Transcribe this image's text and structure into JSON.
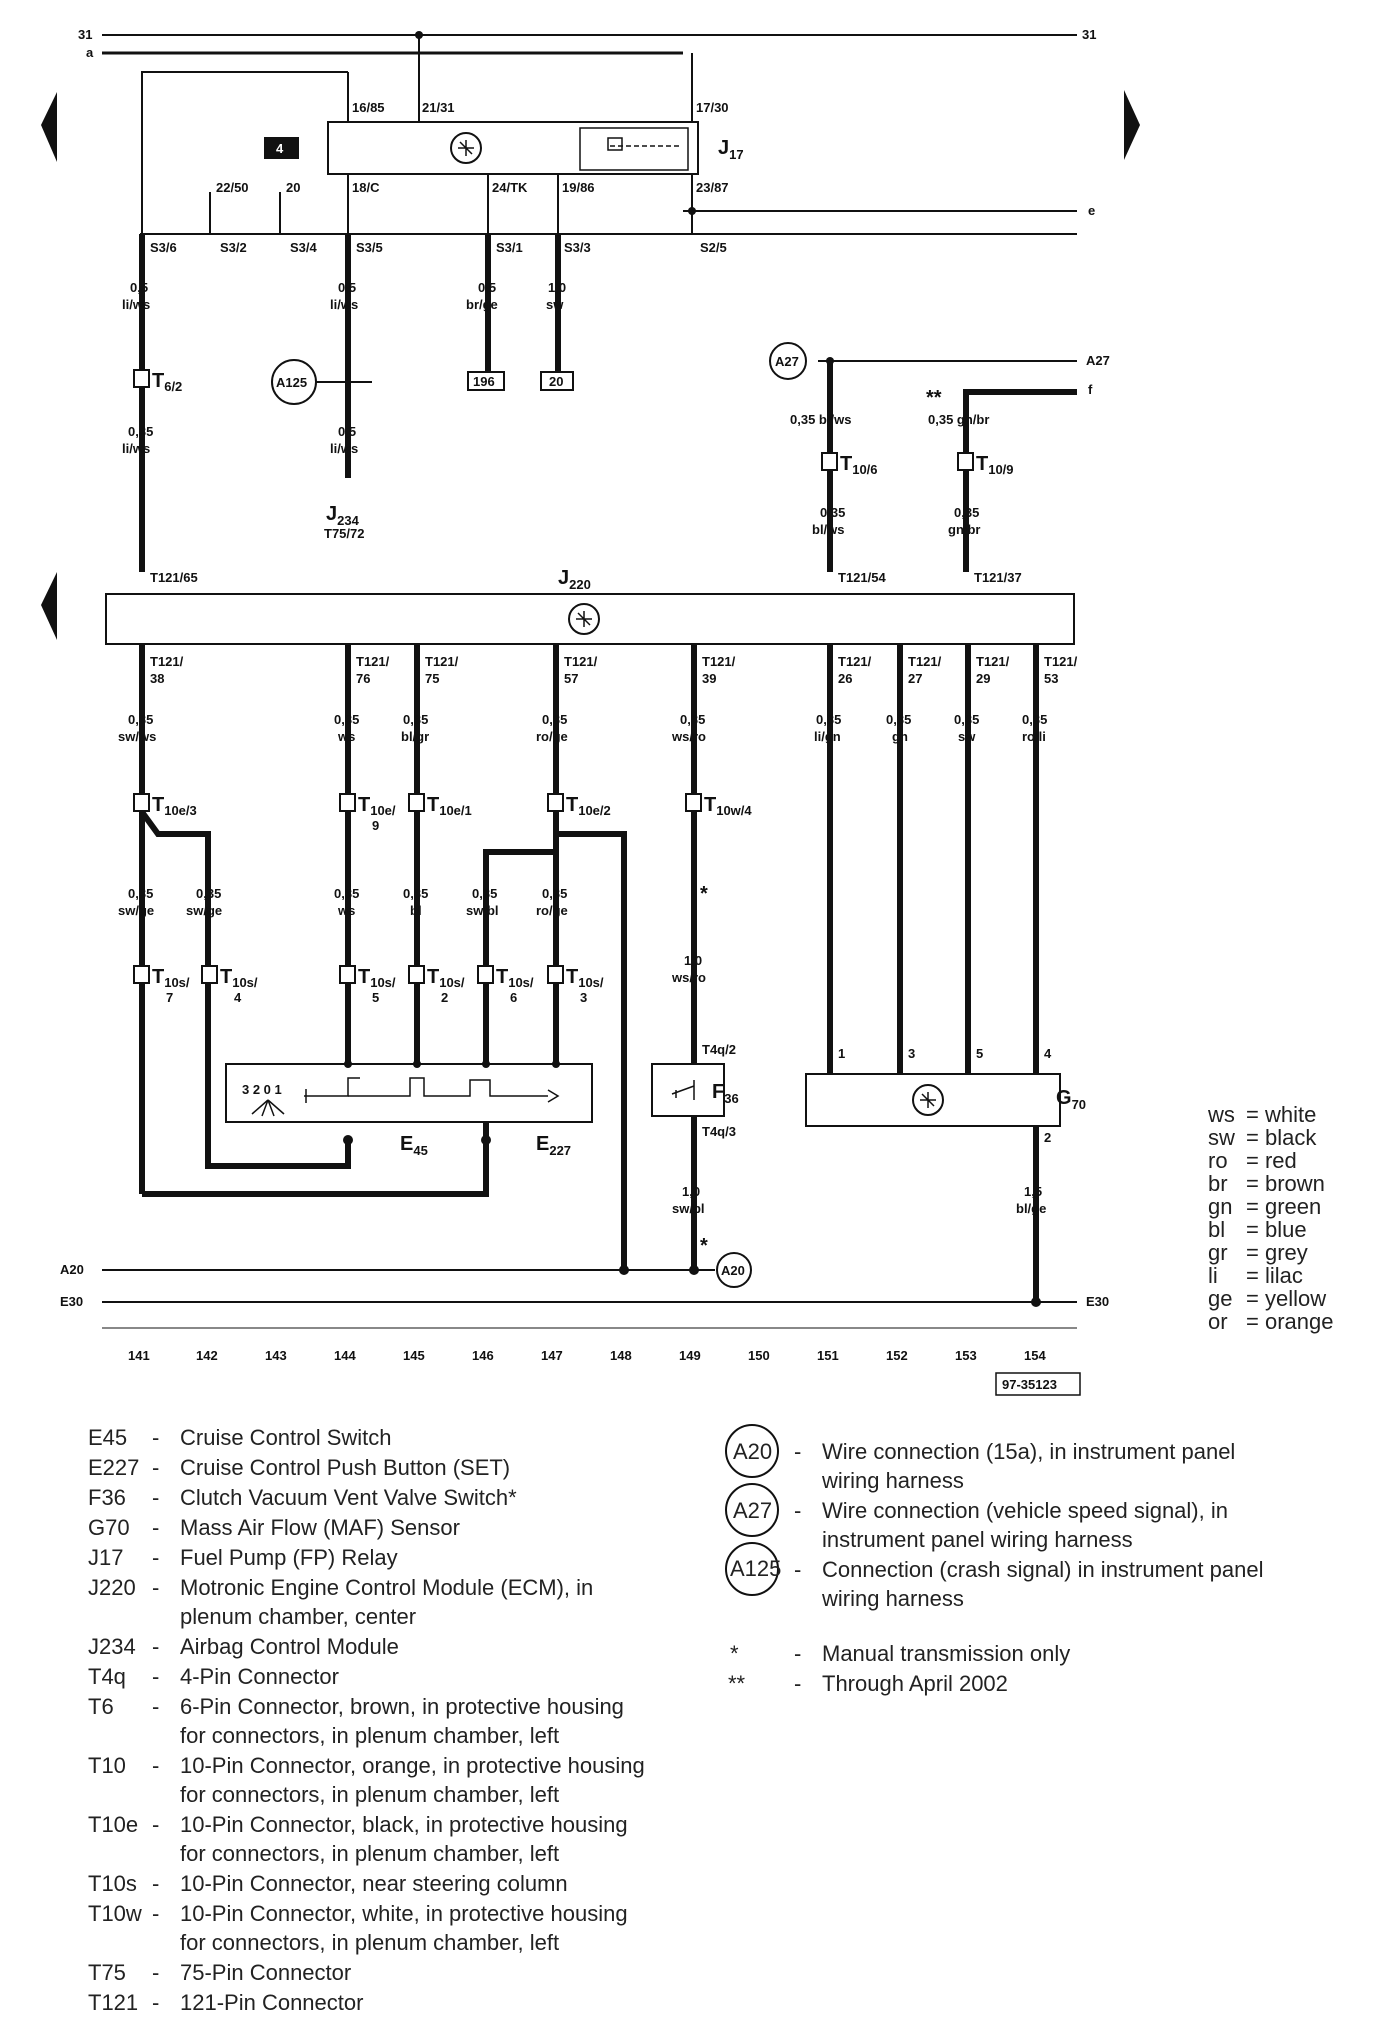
{
  "rails": {
    "r31": "31",
    "a": "a",
    "e": "e",
    "f": "f",
    "A27": "A27",
    "A20": "A20",
    "E30": "E30"
  },
  "components": {
    "J17": {
      "name": "J",
      "sub": "17"
    },
    "J220": {
      "name": "J",
      "sub": "220"
    },
    "J234": {
      "name": "J",
      "sub": "234",
      "pin": "T75/72"
    },
    "F36": {
      "name": "F",
      "sub": "36"
    },
    "G70": {
      "name": "G",
      "sub": "70"
    },
    "E45": {
      "name": "E",
      "sub": "45"
    },
    "E227": {
      "name": "E",
      "sub": "227"
    },
    "E45_positions": "3 2 0 1",
    "fuse_box": "4"
  },
  "j17_pins": {
    "p1": "16/85",
    "p2": "21/31",
    "p3": "17/30",
    "p4": "18/C",
    "p5": "24/TK",
    "p6": "19/86",
    "p7": "23/87",
    "p8": "22/50",
    "p9": "20"
  },
  "s_points": [
    "S3/6",
    "S3/2",
    "S3/4",
    "S3/5",
    "S3/1",
    "S3/3",
    "S2/5"
  ],
  "upper_wires": {
    "w141a": {
      "size": "0,5",
      "color": "li/ws"
    },
    "w141b": {
      "size": "0,35",
      "color": "li/ws"
    },
    "w144a": {
      "size": "0,5",
      "color": "li/ws"
    },
    "w144b": {
      "size": "0,5",
      "color": "li/ws"
    },
    "w146": {
      "size": "0,5",
      "color": "br/ge"
    },
    "w147": {
      "size": "1,0",
      "color": "sw"
    },
    "ref196": "196",
    "ref20": "20",
    "w151a": "0,35 bl/ws",
    "w151b": {
      "size": "0,35",
      "color": "bl/ws"
    },
    "w153a": "0,35 gn/br",
    "w153b": {
      "size": "0,35",
      "color": "gn/br"
    },
    "star2": "**"
  },
  "connectors_upper": {
    "T6": {
      "main": "T",
      "sub": "6/2"
    },
    "T10a": {
      "main": "T",
      "sub": "10/6"
    },
    "T10b": {
      "main": "T",
      "sub": "10/9"
    }
  },
  "a125": "A125",
  "a27": "A27",
  "a20": "A20",
  "t121_top": [
    "T121/65",
    "T121/54",
    "T121/37"
  ],
  "t121_bottom": [
    {
      "a": "T121/",
      "b": "38"
    },
    {
      "a": "T121/",
      "b": "76"
    },
    {
      "a": "T121/",
      "b": "75"
    },
    {
      "a": "T121/",
      "b": "57"
    },
    {
      "a": "T121/",
      "b": "39"
    },
    {
      "a": "T121/",
      "b": "26"
    },
    {
      "a": "T121/",
      "b": "27"
    },
    {
      "a": "T121/",
      "b": "29"
    },
    {
      "a": "T121/",
      "b": "53"
    }
  ],
  "lower_wires1": [
    {
      "size": "0,35",
      "color": "sw/ws"
    },
    {
      "size": "0,35",
      "color": "ws"
    },
    {
      "size": "0,35",
      "color": "bl/gr"
    },
    {
      "size": "0,35",
      "color": "ro/ge"
    },
    {
      "size": "0,35",
      "color": "ws/ro"
    },
    {
      "size": "0,35",
      "color": "li/gn"
    },
    {
      "size": "0,35",
      "color": "gn"
    },
    {
      "size": "0,35",
      "color": "sw"
    },
    {
      "size": "0,35",
      "color": "ro/li"
    }
  ],
  "t10e": [
    {
      "main": "T",
      "sub": "10e/3",
      "sub2": ""
    },
    {
      "main": "T",
      "sub": "10e/",
      "sub2": "9"
    },
    {
      "main": "T",
      "sub": "10e/1",
      "sub2": ""
    },
    {
      "main": "T",
      "sub": "10e/2",
      "sub2": ""
    },
    {
      "main": "T",
      "sub": "10w/4",
      "sub2": ""
    }
  ],
  "lower_wires2": [
    {
      "size": "0,35",
      "color": "sw/ge"
    },
    {
      "size": "0,35",
      "color": "sw/ge"
    },
    {
      "size": "0,35",
      "color": "ws"
    },
    {
      "size": "0,35",
      "color": "bl"
    },
    {
      "size": "0,35",
      "color": "sw/bl"
    },
    {
      "size": "0,35",
      "color": "ro/ge"
    },
    {
      "size": "1,0",
      "color": "ws/ro"
    }
  ],
  "t10s": [
    {
      "main": "T",
      "sub": "10s/",
      "sub2": "7"
    },
    {
      "main": "T",
      "sub": "10s/",
      "sub2": "4"
    },
    {
      "main": "T",
      "sub": "10s/",
      "sub2": "5"
    },
    {
      "main": "T",
      "sub": "10s/",
      "sub2": "2"
    },
    {
      "main": "T",
      "sub": "10s/",
      "sub2": "6"
    },
    {
      "main": "T",
      "sub": "10s/",
      "sub2": "3"
    }
  ],
  "f36_pins": [
    "T4q/2",
    "T4q/3"
  ],
  "f36_wire": {
    "size": "1,0",
    "color": "sw/bl"
  },
  "star1": "*",
  "star1b": "*",
  "g70_pins": [
    "1",
    "3",
    "5",
    "4",
    "2"
  ],
  "g70_wire": {
    "size": "1,5",
    "color": "bl/ge"
  },
  "columns": [
    "141",
    "142",
    "143",
    "144",
    "145",
    "146",
    "147",
    "148",
    "149",
    "150",
    "151",
    "152",
    "153",
    "154"
  ],
  "diagram_id": "97-35123",
  "color_key": [
    {
      "abbr": "ws",
      "text": "= white"
    },
    {
      "abbr": "sw",
      "text": "= black"
    },
    {
      "abbr": "ro",
      "text": "= red"
    },
    {
      "abbr": "br",
      "text": "= brown"
    },
    {
      "abbr": "gn",
      "text": "= green"
    },
    {
      "abbr": "bl",
      "text": "= blue"
    },
    {
      "abbr": "gr",
      "text": "= grey"
    },
    {
      "abbr": "li",
      "text": "= lilac"
    },
    {
      "abbr": "ge",
      "text": "= yellow"
    },
    {
      "abbr": "or",
      "text": "= orange"
    }
  ],
  "legend_left": [
    {
      "code": "E45",
      "dash": "-",
      "lines": [
        "Cruise Control Switch"
      ]
    },
    {
      "code": "E227",
      "dash": "-",
      "lines": [
        "Cruise Control Push Button (SET)"
      ]
    },
    {
      "code": "F36",
      "dash": "-",
      "lines": [
        "Clutch Vacuum Vent Valve Switch*"
      ]
    },
    {
      "code": "G70",
      "dash": "-",
      "lines": [
        "Mass Air Flow (MAF) Sensor"
      ]
    },
    {
      "code": "J17",
      "dash": "-",
      "lines": [
        "Fuel Pump (FP) Relay"
      ]
    },
    {
      "code": "J220",
      "dash": "-",
      "lines": [
        "Motronic Engine Control Module (ECM), in",
        "plenum chamber, center"
      ]
    },
    {
      "code": "J234",
      "dash": "-",
      "lines": [
        "Airbag Control Module"
      ]
    },
    {
      "code": "T4q",
      "dash": "-",
      "lines": [
        "4-Pin Connector"
      ]
    },
    {
      "code": "T6",
      "dash": "-",
      "lines": [
        "6-Pin Connector, brown, in protective housing",
        "for connectors, in plenum chamber, left"
      ]
    },
    {
      "code": "T10",
      "dash": "-",
      "lines": [
        "10-Pin Connector, orange, in protective housing",
        "for connectors, in plenum chamber, left"
      ]
    },
    {
      "code": "T10e",
      "dash": "-",
      "lines": [
        "10-Pin Connector, black, in protective housing",
        "for connectors, in plenum chamber, left"
      ]
    },
    {
      "code": "T10s",
      "dash": "-",
      "lines": [
        "10-Pin Connector, near steering column"
      ]
    },
    {
      "code": "T10w",
      "dash": "-",
      "lines": [
        "10-Pin Connector, white, in protective housing",
        "for connectors, in plenum chamber, left"
      ]
    },
    {
      "code": "T75",
      "dash": "-",
      "lines": [
        "75-Pin Connector"
      ]
    },
    {
      "code": "T121",
      "dash": "-",
      "lines": [
        "121-Pin Connector"
      ]
    }
  ],
  "legend_right": [
    {
      "code": "A20",
      "dash": "-",
      "lines": [
        "Wire connection (15a), in instrument panel",
        "wiring harness"
      ]
    },
    {
      "code": "A27",
      "dash": "-",
      "lines": [
        "Wire connection (vehicle speed signal), in",
        "instrument panel wiring harness"
      ]
    },
    {
      "code": "A125",
      "dash": "-",
      "lines": [
        "Connection (crash signal) in instrument panel",
        "wiring harness"
      ]
    }
  ],
  "legend_notes": [
    {
      "sym": "*",
      "dash": "-",
      "text": "Manual transmission only"
    },
    {
      "sym": "**",
      "dash": "-",
      "text": "Through April 2002"
    }
  ]
}
